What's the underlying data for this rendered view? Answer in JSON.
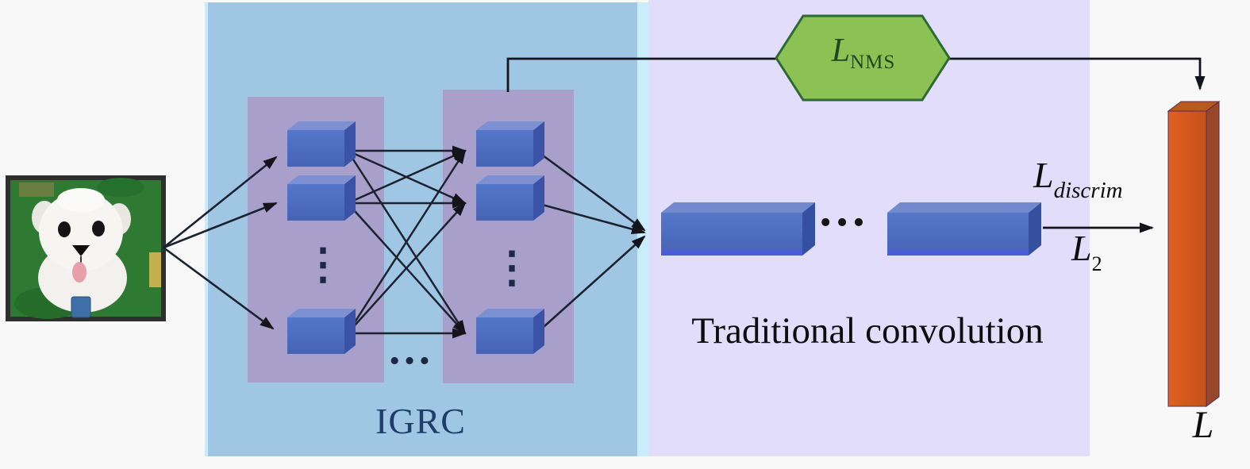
{
  "labels": {
    "igrc": "IGRC",
    "traditional": "Traditional convolution",
    "total_loss": "L"
  },
  "losses": {
    "nms_base": "L",
    "nms_sub": "NMS",
    "discrim_base": "L",
    "discrim_sub": "discrim",
    "l2_base": "L",
    "l2_sub": "2"
  },
  "ellipsis": {
    "horizontal": "…",
    "vertical": "⋮"
  },
  "input": {
    "image": "dog-photo"
  },
  "colors": {
    "igrc_region": "#9fc6e3",
    "conv_region": "#e2ddfa",
    "layer_panel": "#a8a0ca",
    "feature_box": "#4d6cbe",
    "nms_hexagon": "#8cc153",
    "loss_bar": "#cf5a1d"
  }
}
